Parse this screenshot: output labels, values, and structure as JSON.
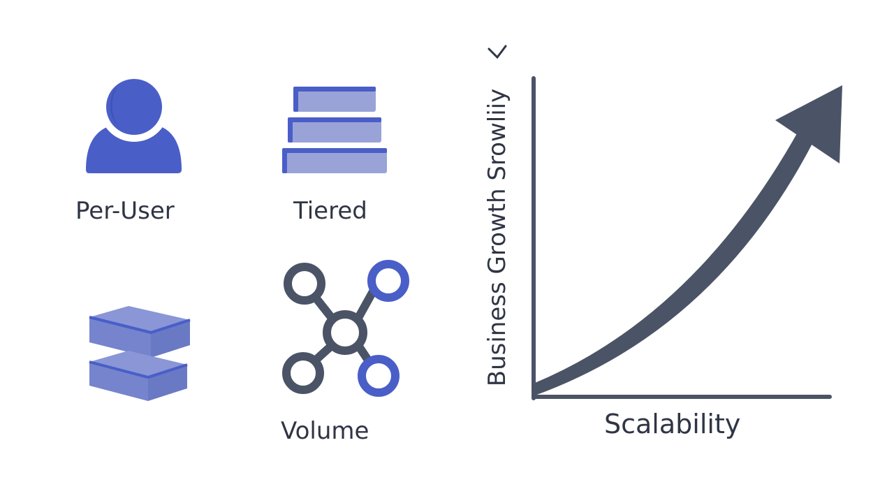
{
  "labels": {
    "per_user": "Per-User",
    "tiered": "Tiered",
    "volume": "Volume"
  },
  "chart": {
    "x_axis_label": "Scalability",
    "y_axis_label": "Business Growth Srowliiy"
  },
  "icons": {
    "per_user": "user-icon",
    "tiered": "tiered-stack-icon",
    "blocks": "stacked-blocks-icon",
    "volume": "network-nodes-icon",
    "growth": "growth-arrow-icon"
  },
  "colors": {
    "accent_blue": "#4a5ec8",
    "light_blue": "#8a96d6",
    "dark_slate": "#4b5466",
    "axis": "#4b5466",
    "text": "#2f3545"
  }
}
